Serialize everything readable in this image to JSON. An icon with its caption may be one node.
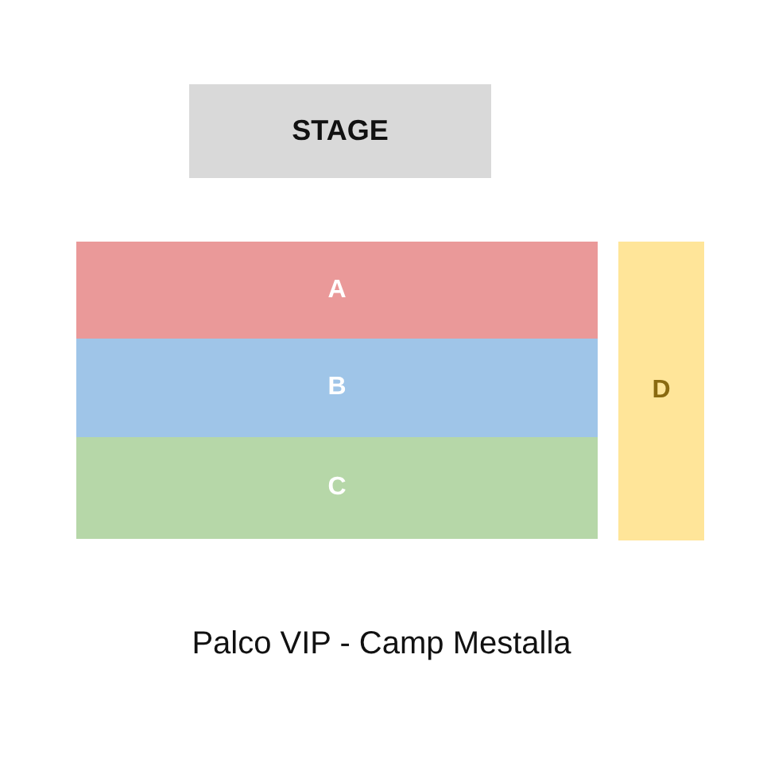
{
  "diagram": {
    "caption": "Palco VIP - Camp Mestalla",
    "nodes": [
      {
        "text": [
          "STAGE"
        ]
      },
      {
        "text": [
          "A"
        ]
      },
      {
        "text": [
          "B"
        ]
      },
      {
        "text": [
          "C"
        ]
      },
      {
        "text": [
          "D"
        ]
      }
    ]
  }
}
